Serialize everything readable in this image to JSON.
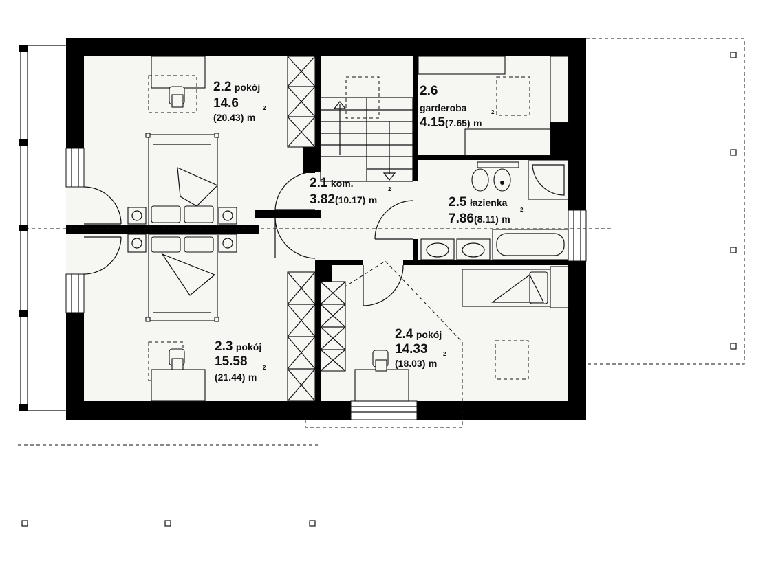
{
  "rooms": {
    "r22": {
      "number": "2.2",
      "name": "pokój",
      "area": "14.6",
      "area_total": "(20.43)",
      "unit": "m",
      "exp": "2"
    },
    "r23": {
      "number": "2.3",
      "name": "pokój",
      "area": "15.58",
      "area_total": "(21.44)",
      "unit": "m",
      "exp": "2"
    },
    "r21": {
      "number": "2.1",
      "name": "kom.",
      "area": "3.82",
      "area_total": "(10.17)",
      "unit": "m",
      "exp": "2"
    },
    "r26": {
      "number": "2.6",
      "name": "garderoba",
      "area": "4.15",
      "area_total": "(7.65)",
      "unit": "m",
      "exp": "2"
    },
    "r25": {
      "number": "2.5",
      "name": "łazienka",
      "area": "7.86",
      "area_total": "(8.11)",
      "unit": "m",
      "exp": "2"
    },
    "r24": {
      "number": "2.4",
      "name": "pokój",
      "area": "14.33",
      "area_total": "(18.03)",
      "unit": "m",
      "exp": "2"
    }
  },
  "colors": {
    "wall": "#000000",
    "floor": "#f6f6f3",
    "line": "#111111"
  }
}
